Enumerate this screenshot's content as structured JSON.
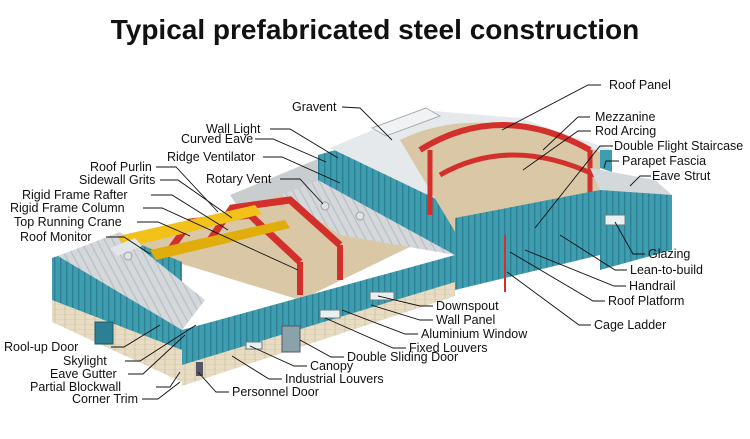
{
  "title": "Typical prefabricated steel construction",
  "colors": {
    "wall_teal": "#3f9db0",
    "wall_teal_dark": "#2d7f93",
    "roof_grey": "#cfd3d6",
    "roof_light": "#e3e6e8",
    "frame_red": "#d3302c",
    "crane_yellow": "#f2c11a",
    "floor_tan": "#d9c7a6",
    "blockwall": "#e8dcc4"
  },
  "labels": {
    "gravent": "Gravent",
    "wall_light": "Wall Light",
    "curved_eave": "Curved Eave",
    "ridge_ventilator": "Ridge Ventilator",
    "rotary_vent": "Rotary Vent",
    "roof_purlin": "Roof Purlin",
    "sidewall_grits": "Sidewall Grits",
    "rigid_frame_rafter": "Rigid Frame Rafter",
    "rigid_frame_column": "Rigid Frame Column",
    "top_running_crane": "Top Running Crane",
    "roof_monitor": "Roof Monitor",
    "roof_panel": "Roof Panel",
    "mezzanine": "Mezzanine",
    "rod_arcing": "Rod Arcing",
    "double_flight_staircase": "Double Flight Staircase",
    "parapet_fascia": "Parapet Fascia",
    "eave_strut": "Eave Strut",
    "glazing": "Glazing",
    "lean_to_build": "Lean-to-build",
    "handrail": "Handrail",
    "roof_platform": "Roof Platform",
    "cage_ladder": "Cage Ladder",
    "downspout": "Downspout",
    "wall_panel": "Wall Panel",
    "aluminium_window": "Aluminium Window",
    "fixed_louvers": "Fixed Louvers",
    "double_sliding_door": "Double Sliding Door",
    "canopy": "Canopy",
    "industrial_louvers": "Industrial Louvers",
    "personnel_door": "Personnel Door",
    "roll_up_door": "Rool-up Door",
    "skylight": "Skylight",
    "eave_gutter": "Eave Gutter",
    "partial_blockwall": "Partial Blockwall",
    "corner_trim": "Corner Trim"
  }
}
